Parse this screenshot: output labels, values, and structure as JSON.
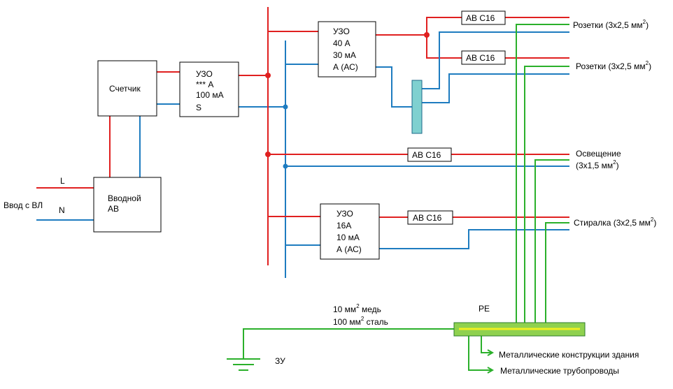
{
  "input": {
    "label": "Ввод с ВЛ",
    "l": "L",
    "n": "N"
  },
  "main_breaker": {
    "line1": "Вводной",
    "line2": "АВ"
  },
  "meter": {
    "label": "Счетчик"
  },
  "rcd_main": {
    "line1": "УЗО",
    "line2": "*** А",
    "line3": "100 мА",
    "line4": "S"
  },
  "rcd_40": {
    "line1": "УЗО",
    "line2": "40 А",
    "line3": "30 мА",
    "line4": "А (АС)"
  },
  "rcd_16": {
    "line1": "УЗО",
    "line2": "16А",
    "line3": "10 мА",
    "line4": "А (АС)"
  },
  "breakers": [
    "АВ С16",
    "АВ С16",
    "АВ С16",
    "АВ С16"
  ],
  "outputs": {
    "sockets1": {
      "text": "Розетки (3х2,5 мм",
      "sup": "2",
      "close": ")"
    },
    "sockets2": {
      "text": "Розетки (3х2,5 мм",
      "sup": "2",
      "close": ")"
    },
    "lighting": {
      "line1": "Освещение",
      "text": "(3х1,5 мм",
      "sup": "2",
      "close": ")"
    },
    "washer": {
      "text": "Стиралка (3х2,5 мм",
      "sup": "2",
      "close": ")"
    }
  },
  "pe": {
    "label": "PE",
    "conductor1": {
      "a": "10 мм",
      "sup": "2",
      "b": " медь"
    },
    "conductor2": {
      "a": "100 мм",
      "sup": "2",
      "b": " сталь"
    },
    "ground": "ЗУ",
    "structures": "Металлические конструкции здания",
    "pipes": "Металлические трубопроводы"
  },
  "colors": {
    "phase": "#e02020",
    "neutral": "#1e7cc0",
    "earth": "#2bb02b",
    "pe_bar": "#8fd14f",
    "n_bar": "#7fd0d0"
  }
}
